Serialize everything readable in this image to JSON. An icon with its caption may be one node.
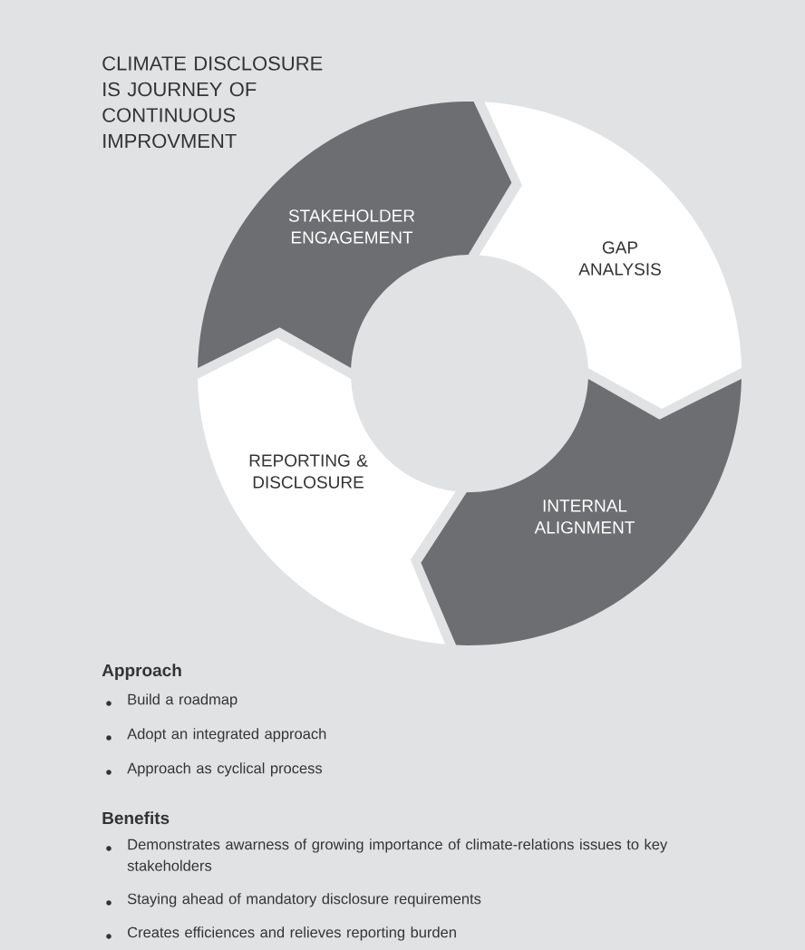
{
  "diagram": {
    "title": "CLIMATE DISCLOSURE IS JOURNEY OF CONTINUOUS IMPROVMENT",
    "nodes": [
      {
        "text": [
          "STAKEHOLDER ENGAGEMENT"
        ]
      },
      {
        "text": [
          "GAP ANALYSIS"
        ]
      },
      {
        "text": [
          "INTERNAL ALIGNMENT"
        ]
      },
      {
        "text": [
          "REPORTING & DISCLOSURE"
        ]
      }
    ],
    "labels": [
      "Approach",
      "Build a roadmap",
      "Adopt an integrated approach",
      "Approach as cyclical process",
      "Benefits",
      "Demonstrates awarness of growing importance of climate-relations issues to key stakeholders",
      "Staying ahead of mandatory disclosure requirements",
      "Creates efficiences and relieves reporting burden"
    ]
  }
}
